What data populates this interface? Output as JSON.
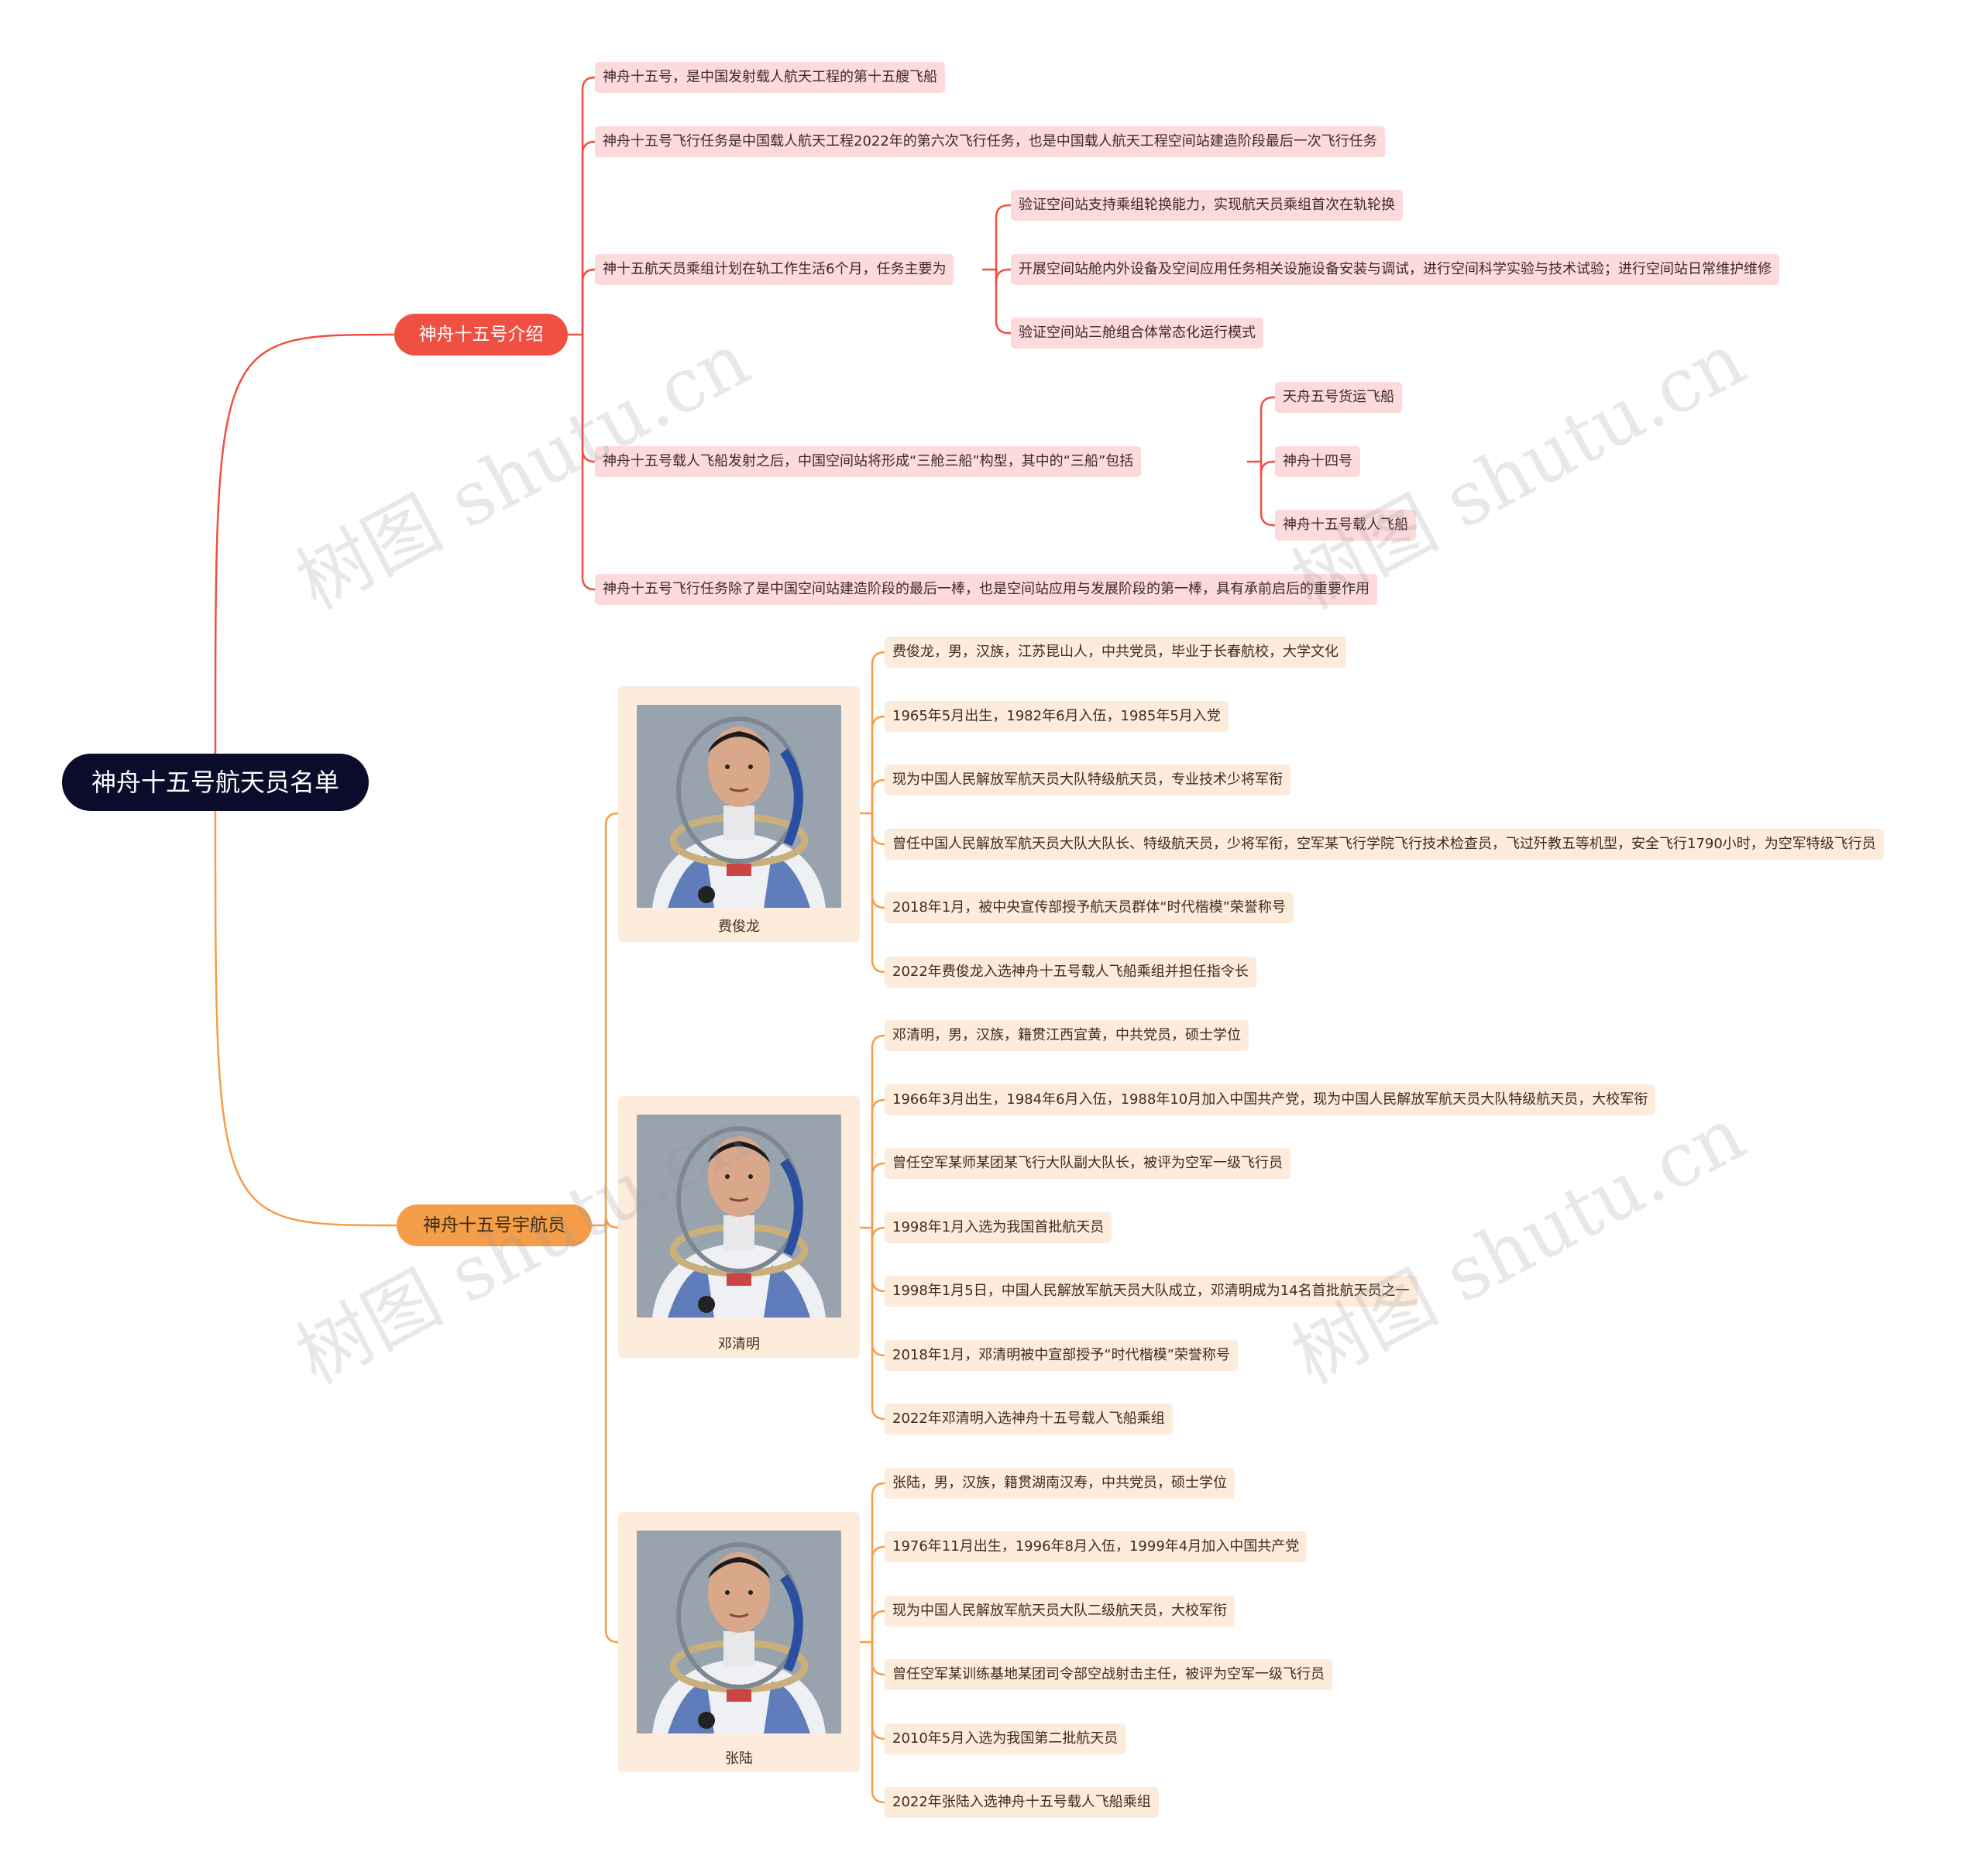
{
  "root": "神舟十五号航天员名单",
  "intro": {
    "label": "神舟十五号介绍",
    "items": [
      "神舟十五号，是中国发射载人航天工程的第十五艘飞船",
      "神舟十五号飞行任务是中国载人航天工程2022年的第六次飞行任务，也是中国载人航天工程空间站建造阶段最后一次飞行任务",
      "神十五航天员乘组计划在轨工作生活6个月，任务主要为",
      "神舟十五号载人飞船发射之后，中国空间站将形成“三舱三船”构型，其中的“三船”包括",
      "神舟十五号飞行任务除了是中国空间站建造阶段的最后一棒，也是空间站应用与发展阶段的第一棒，具有承前启后的重要作用"
    ],
    "tasks": [
      "验证空间站支持乘组轮换能力，实现航天员乘组首次在轨轮换",
      "开展空间站舱内外设备及空间应用任务相关设施设备安装与调试，进行空间科学实验与技术试验；进行空间站日常维护维修",
      "验证空间站三舱组合体常态化运行模式"
    ],
    "ships": [
      "天舟五号货运飞船",
      "神舟十四号",
      "神舟十五号载人飞船"
    ]
  },
  "crew": {
    "label": "神舟十五号宇航员",
    "members": [
      {
        "name": "费俊龙",
        "facts": [
          "费俊龙，男，汉族，江苏昆山人，中共党员，毕业于长春航校，大学文化",
          "1965年5月出生，1982年6月入伍，1985年5月入党",
          "现为中国人民解放军航天员大队特级航天员，专业技术少将军衔",
          "曾任中国人民解放军航天员大队大队长、特级航天员，少将军衔，空军某飞行学院飞行技术检查员，飞过歼教五等机型，安全飞行1790小时，为空军特级飞行员",
          "2018年1月，被中央宣传部授予航天员群体“时代楷模”荣誉称号",
          "2022年费俊龙入选神舟十五号载人飞船乘组并担任指令长"
        ]
      },
      {
        "name": "邓清明",
        "facts": [
          "邓清明，男，汉族，籍贯江西宜黄，中共党员，硕士学位",
          "1966年3月出生，1984年6月入伍，1988年10月加入中国共产党，现为中国人民解放军航天员大队特级航天员，大校军衔",
          "曾任空军某师某团某飞行大队副大队长，被评为空军一级飞行员",
          "1998年1月入选为我国首批航天员",
          "1998年1月5日，中国人民解放军航天员大队成立，邓清明成为14名首批航天员之一",
          "2018年1月，邓清明被中宣部授予“时代楷模”荣誉称号",
          "2022年邓清明入选神舟十五号载人飞船乘组"
        ]
      },
      {
        "name": "张陆",
        "facts": [
          "张陆，男，汉族，籍贯湖南汉寿，中共党员，硕士学位",
          "1976年11月出生，1996年8月入伍，1999年4月加入中国共产党",
          "现为中国人民解放军航天员大队二级航天员，大校军衔",
          "曾任空军某训练基地某团司令部空战射击主任，被评为空军一级飞行员",
          "2010年5月入选为我国第二批航天员",
          "2022年张陆入选神舟十五号载人飞船乘组"
        ]
      }
    ]
  },
  "watermark": "树图 shutu.cn",
  "colors": {
    "root": "#0b0b2b",
    "intro": "#f05042",
    "crew": "#f59d48",
    "intro_leaf": "#fddadb",
    "crew_leaf": "#fdebdc"
  }
}
